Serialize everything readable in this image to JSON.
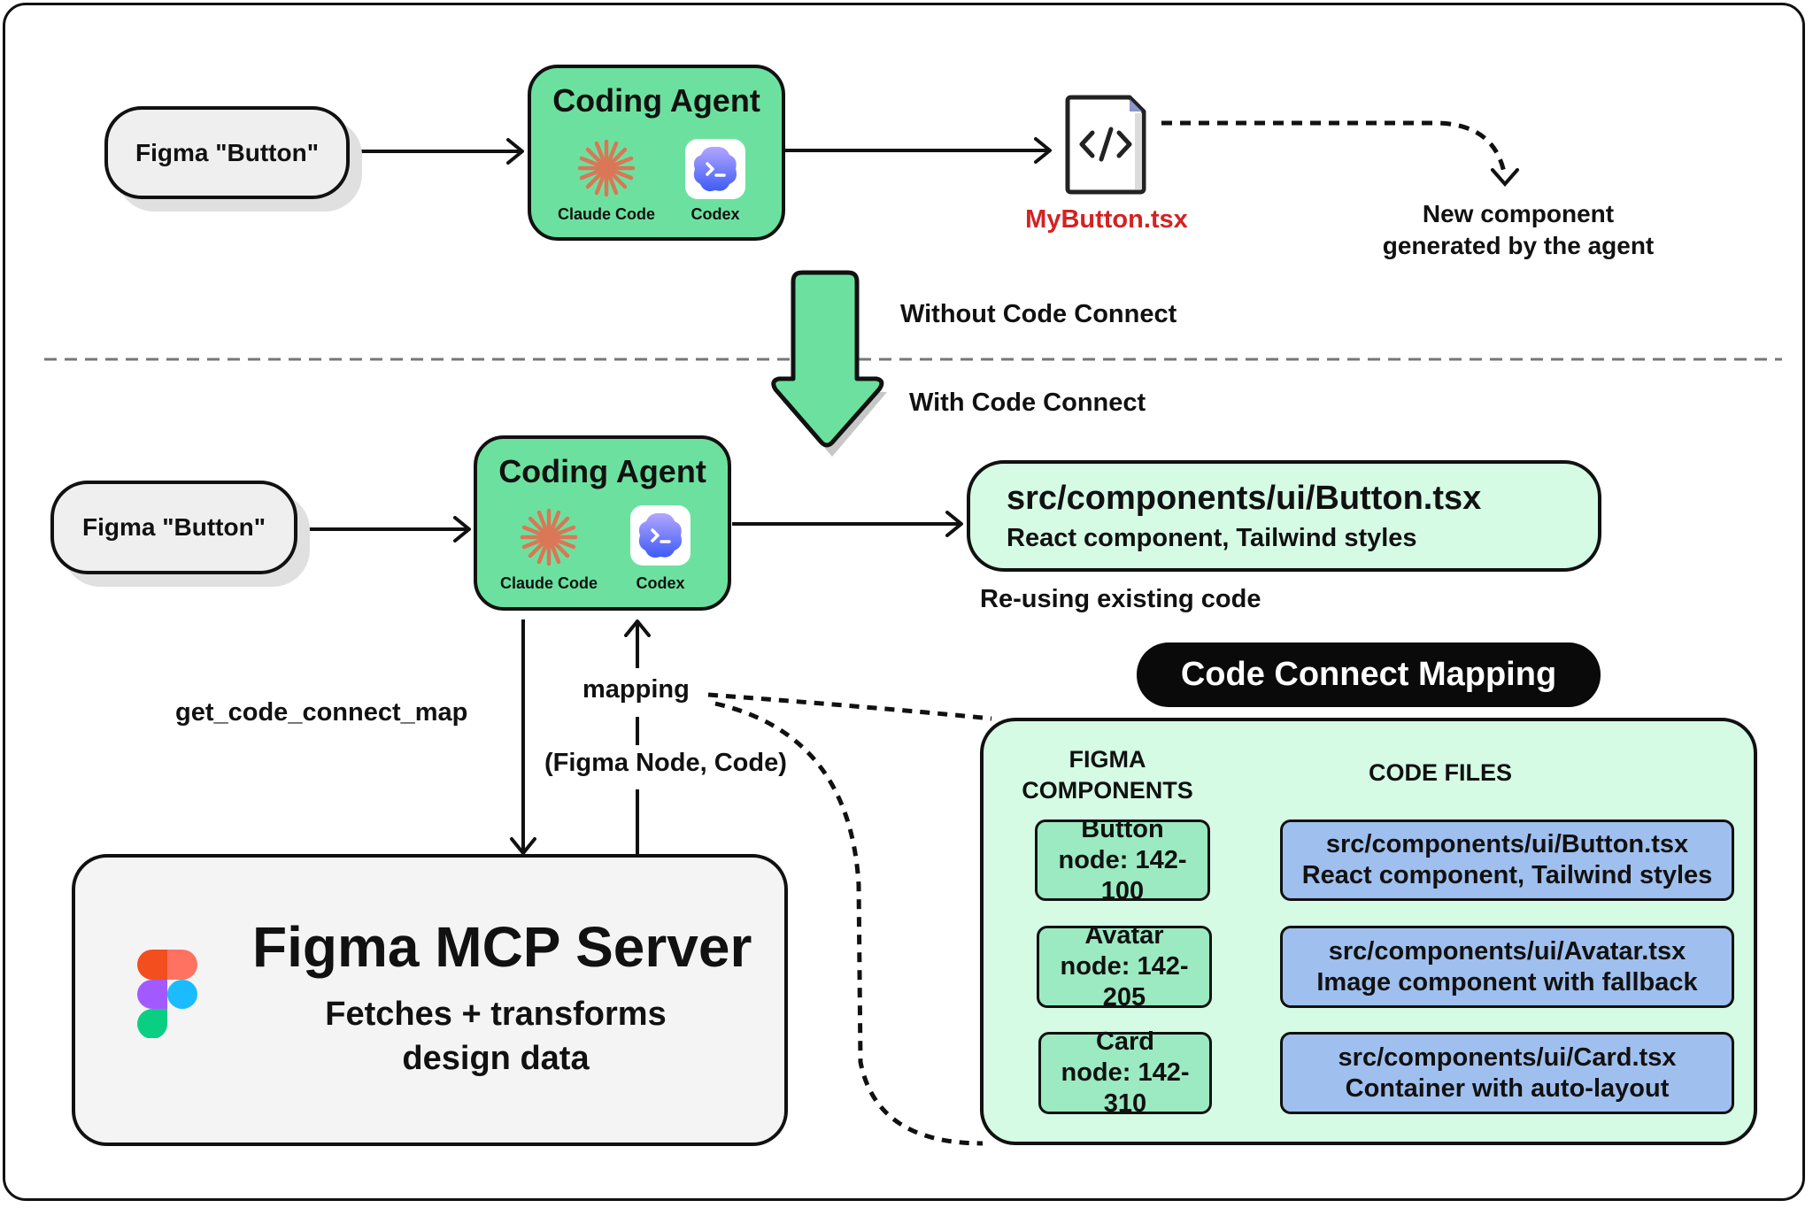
{
  "top_flow": {
    "source_label": "Figma \"Button\"",
    "agent": {
      "title": "Coding Agent",
      "tools": [
        {
          "name": "Claude Code",
          "icon": "claude-burst-icon"
        },
        {
          "name": "Codex",
          "icon": "codex-cloud-icon"
        }
      ]
    },
    "output_file": {
      "name": "MyButton.tsx",
      "icon": "code-file-icon",
      "color": "#d32222"
    },
    "result_note_line1": "New component",
    "result_note_line2": "generated by the agent"
  },
  "transition": {
    "without_label": "Without Code Connect",
    "with_label": "With Code Connect",
    "arrow_color": "#6ce19f"
  },
  "bottom_flow": {
    "source_label": "Figma \"Button\"",
    "agent": {
      "title": "Coding Agent",
      "tools": [
        {
          "name": "Claude Code",
          "icon": "claude-burst-icon"
        },
        {
          "name": "Codex",
          "icon": "codex-cloud-icon"
        }
      ]
    },
    "output_file": {
      "path": "src/components/ui/Button.tsx",
      "description": "React component, Tailwind styles"
    },
    "reuse_note": "Re-using existing code",
    "request_label": "get_code_connect_map",
    "response_label": "mapping",
    "response_detail": "(Figma Node, Code)"
  },
  "mcp_server": {
    "title": "Figma MCP Server",
    "subtitle_line1": "Fetches + transforms",
    "subtitle_line2": "design data",
    "icon": "figma-logo-icon"
  },
  "mapping_panel": {
    "title": "Code Connect Mapping",
    "col_figma_line1": "FIGMA",
    "col_figma_line2": "COMPONENTS",
    "col_code": "CODE FILES",
    "rows": [
      {
        "component": "Button",
        "node": "node: 142-100",
        "path": "src/components/ui/Button.tsx",
        "description": "React component, Tailwind styles"
      },
      {
        "component": "Avatar",
        "node": "node: 142-205",
        "path": "src/components/ui/Avatar.tsx",
        "description": "Image component with fallback"
      },
      {
        "component": "Card",
        "node": "node: 142-310",
        "path": "src/components/ui/Card.tsx",
        "description": "Container with auto-layout"
      }
    ]
  },
  "colors": {
    "agent_green": "#6ce19f",
    "mint": "#d5fbe5",
    "component_green": "#9beac2",
    "code_blue": "#9fbfee",
    "claude_orange": "#d97757",
    "error_red": "#d32222"
  }
}
